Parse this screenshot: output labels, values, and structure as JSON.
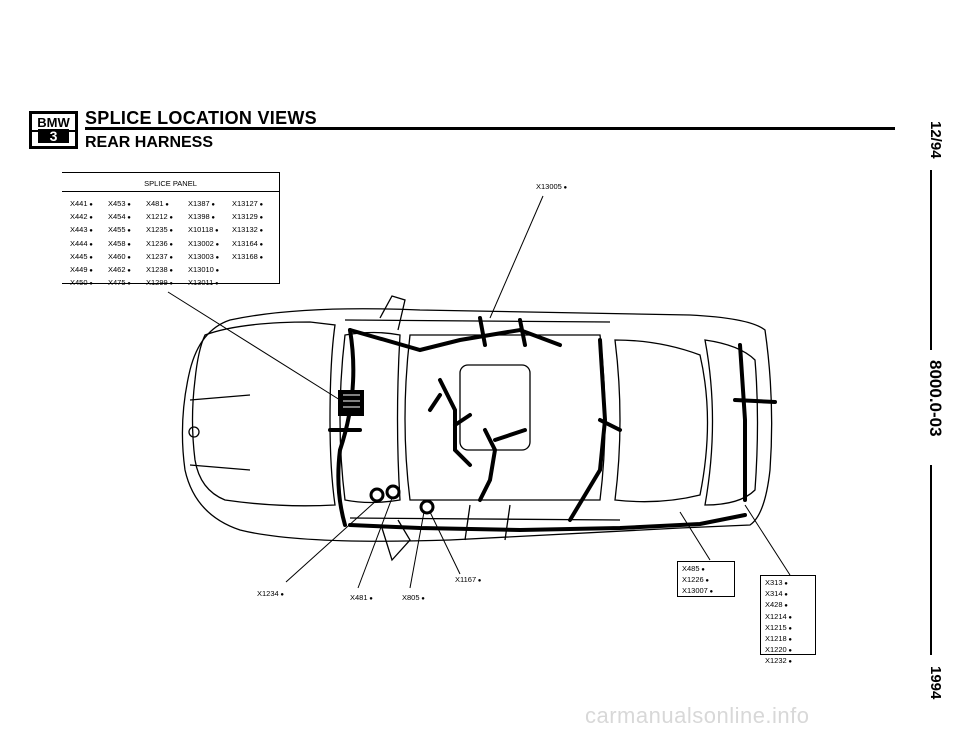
{
  "header": {
    "logo_brand": "BMW",
    "logo_series": "3",
    "title": "SPLICE LOCATION VIEWS",
    "subtitle": "REAR HARNESS"
  },
  "margin": {
    "date": "12/94",
    "doc_number": "8000.0-03",
    "year": "1994"
  },
  "splice_panel": {
    "heading": "SPLICE PANEL",
    "columns": [
      [
        "X441",
        "X442",
        "X443",
        "X444",
        "X445",
        "X449",
        "X450"
      ],
      [
        "X453",
        "X454",
        "X455",
        "X458",
        "X460",
        "X462",
        "X475"
      ],
      [
        "X481",
        "X1212",
        "X1235",
        "X1236",
        "X1237",
        "X1238",
        "X1299"
      ],
      [
        "X1387",
        "X1398",
        "X10118",
        "X13002",
        "X13003",
        "X13010",
        "X13011"
      ],
      [
        "X13127",
        "X13129",
        "X13132",
        "X13164",
        "X13168"
      ]
    ]
  },
  "callouts": {
    "x13005": "X13005",
    "x1234": "X1234",
    "x481": "X481",
    "x805": "X805",
    "x1167": "X1167"
  },
  "box_a": [
    "X485",
    "X1226",
    "X13007"
  ],
  "box_b": [
    "X313",
    "X314",
    "X428",
    "X1214",
    "X1215",
    "X1218",
    "X1220",
    "X1232"
  ],
  "footer": {
    "watermark": "carmanualsonline.info"
  }
}
